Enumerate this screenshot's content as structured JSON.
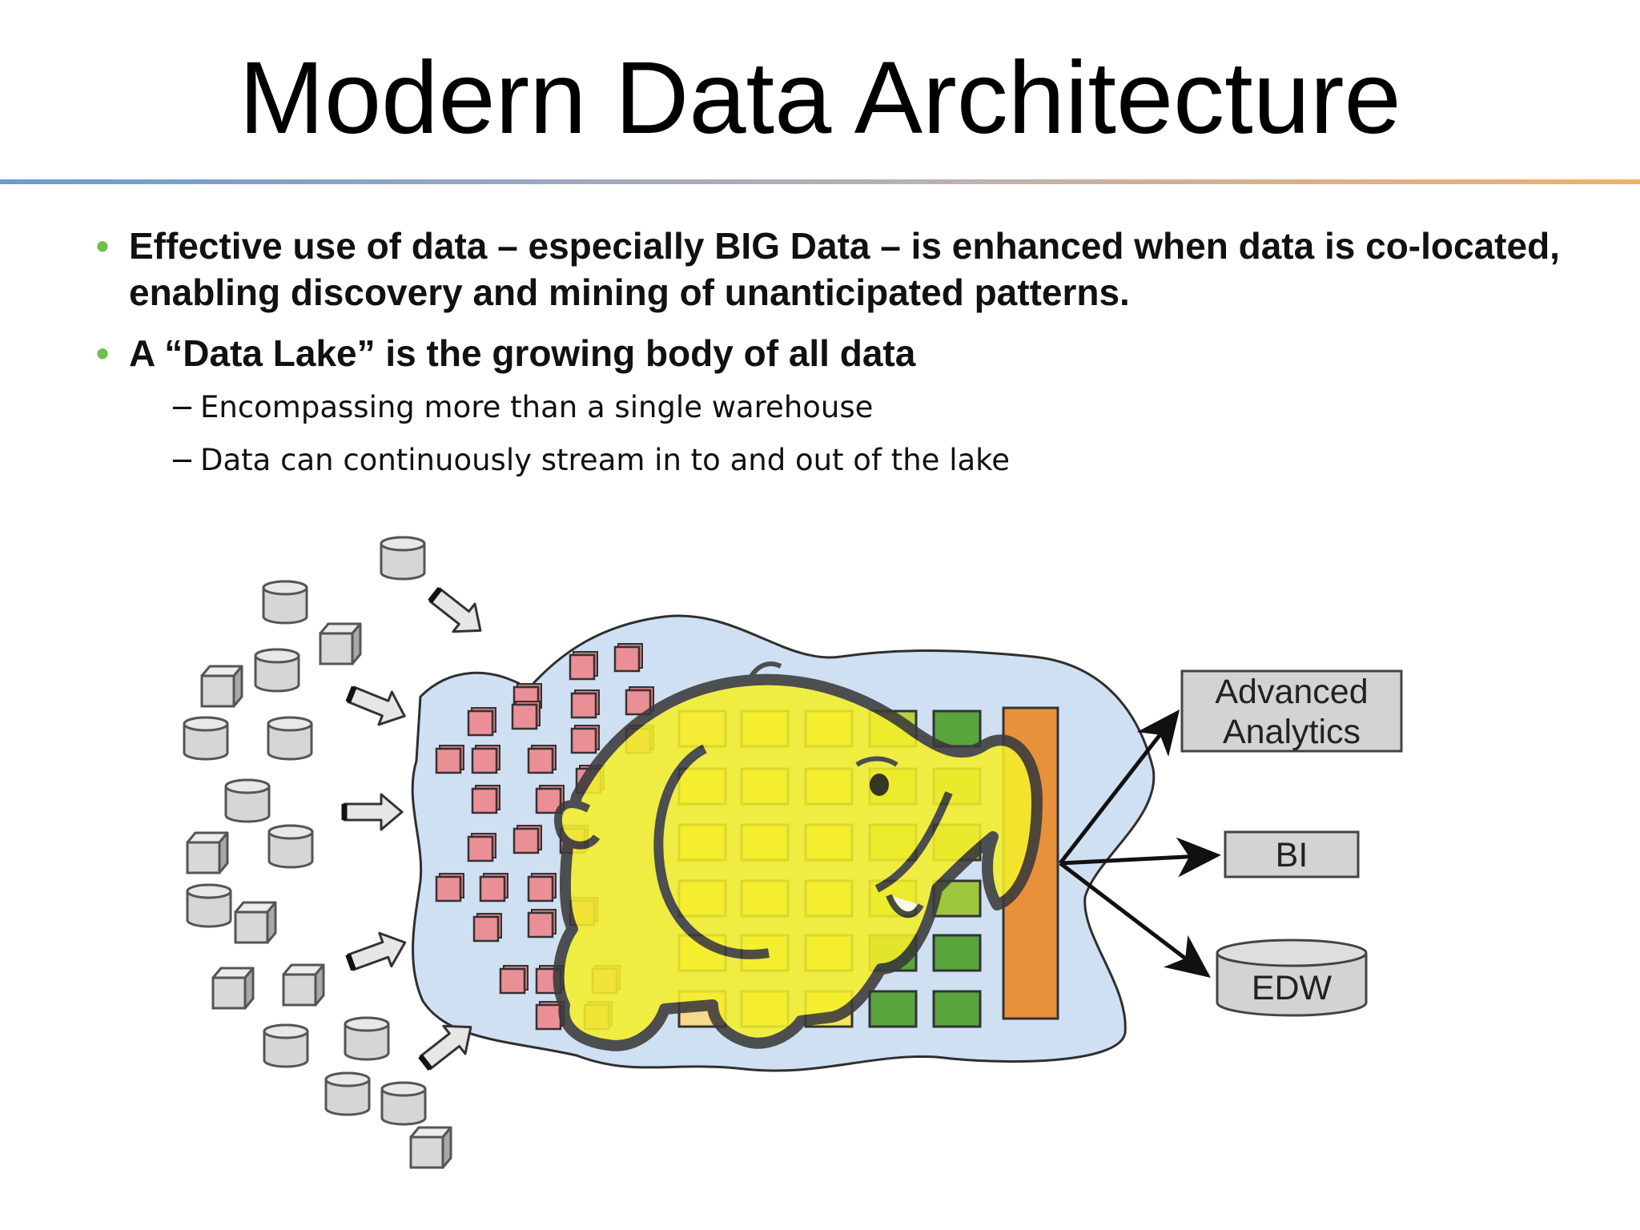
{
  "slide": {
    "title": "Modern Data Architecture",
    "bullets": [
      {
        "marker": "•",
        "text": "Effective use of data – especially BIG Data – is enhanced when data is co-located, enabling discovery and mining of unanticipated patterns."
      },
      {
        "marker": "•",
        "text": "A “Data Lake” is the growing body of all data"
      }
    ],
    "sub_bullets": [
      {
        "marker": "−",
        "text": "Encompassing more than a single warehouse"
      },
      {
        "marker": "−",
        "text": "Data can continuously stream in to and out of the lake"
      }
    ]
  },
  "diagram": {
    "outputs": {
      "analytics_line1": "Advanced",
      "analytics_line2": "Analytics",
      "bi": "BI",
      "edw": "EDW"
    },
    "colors": {
      "accent_bullet": "#6cc04a",
      "lake_fill": "#cfe0f2",
      "raw_data": "#eb8f96",
      "structured_yellow": "#f6e85a",
      "structured_green": "#5aa43e",
      "pipeline_bar": "#e9903b",
      "elephant": "#f4ef2a",
      "output_box": "#d3d3d3"
    },
    "icons": [
      "database-cylinder-icon",
      "cube-icon",
      "hollow-arrow-icon",
      "elephant-icon"
    ]
  }
}
